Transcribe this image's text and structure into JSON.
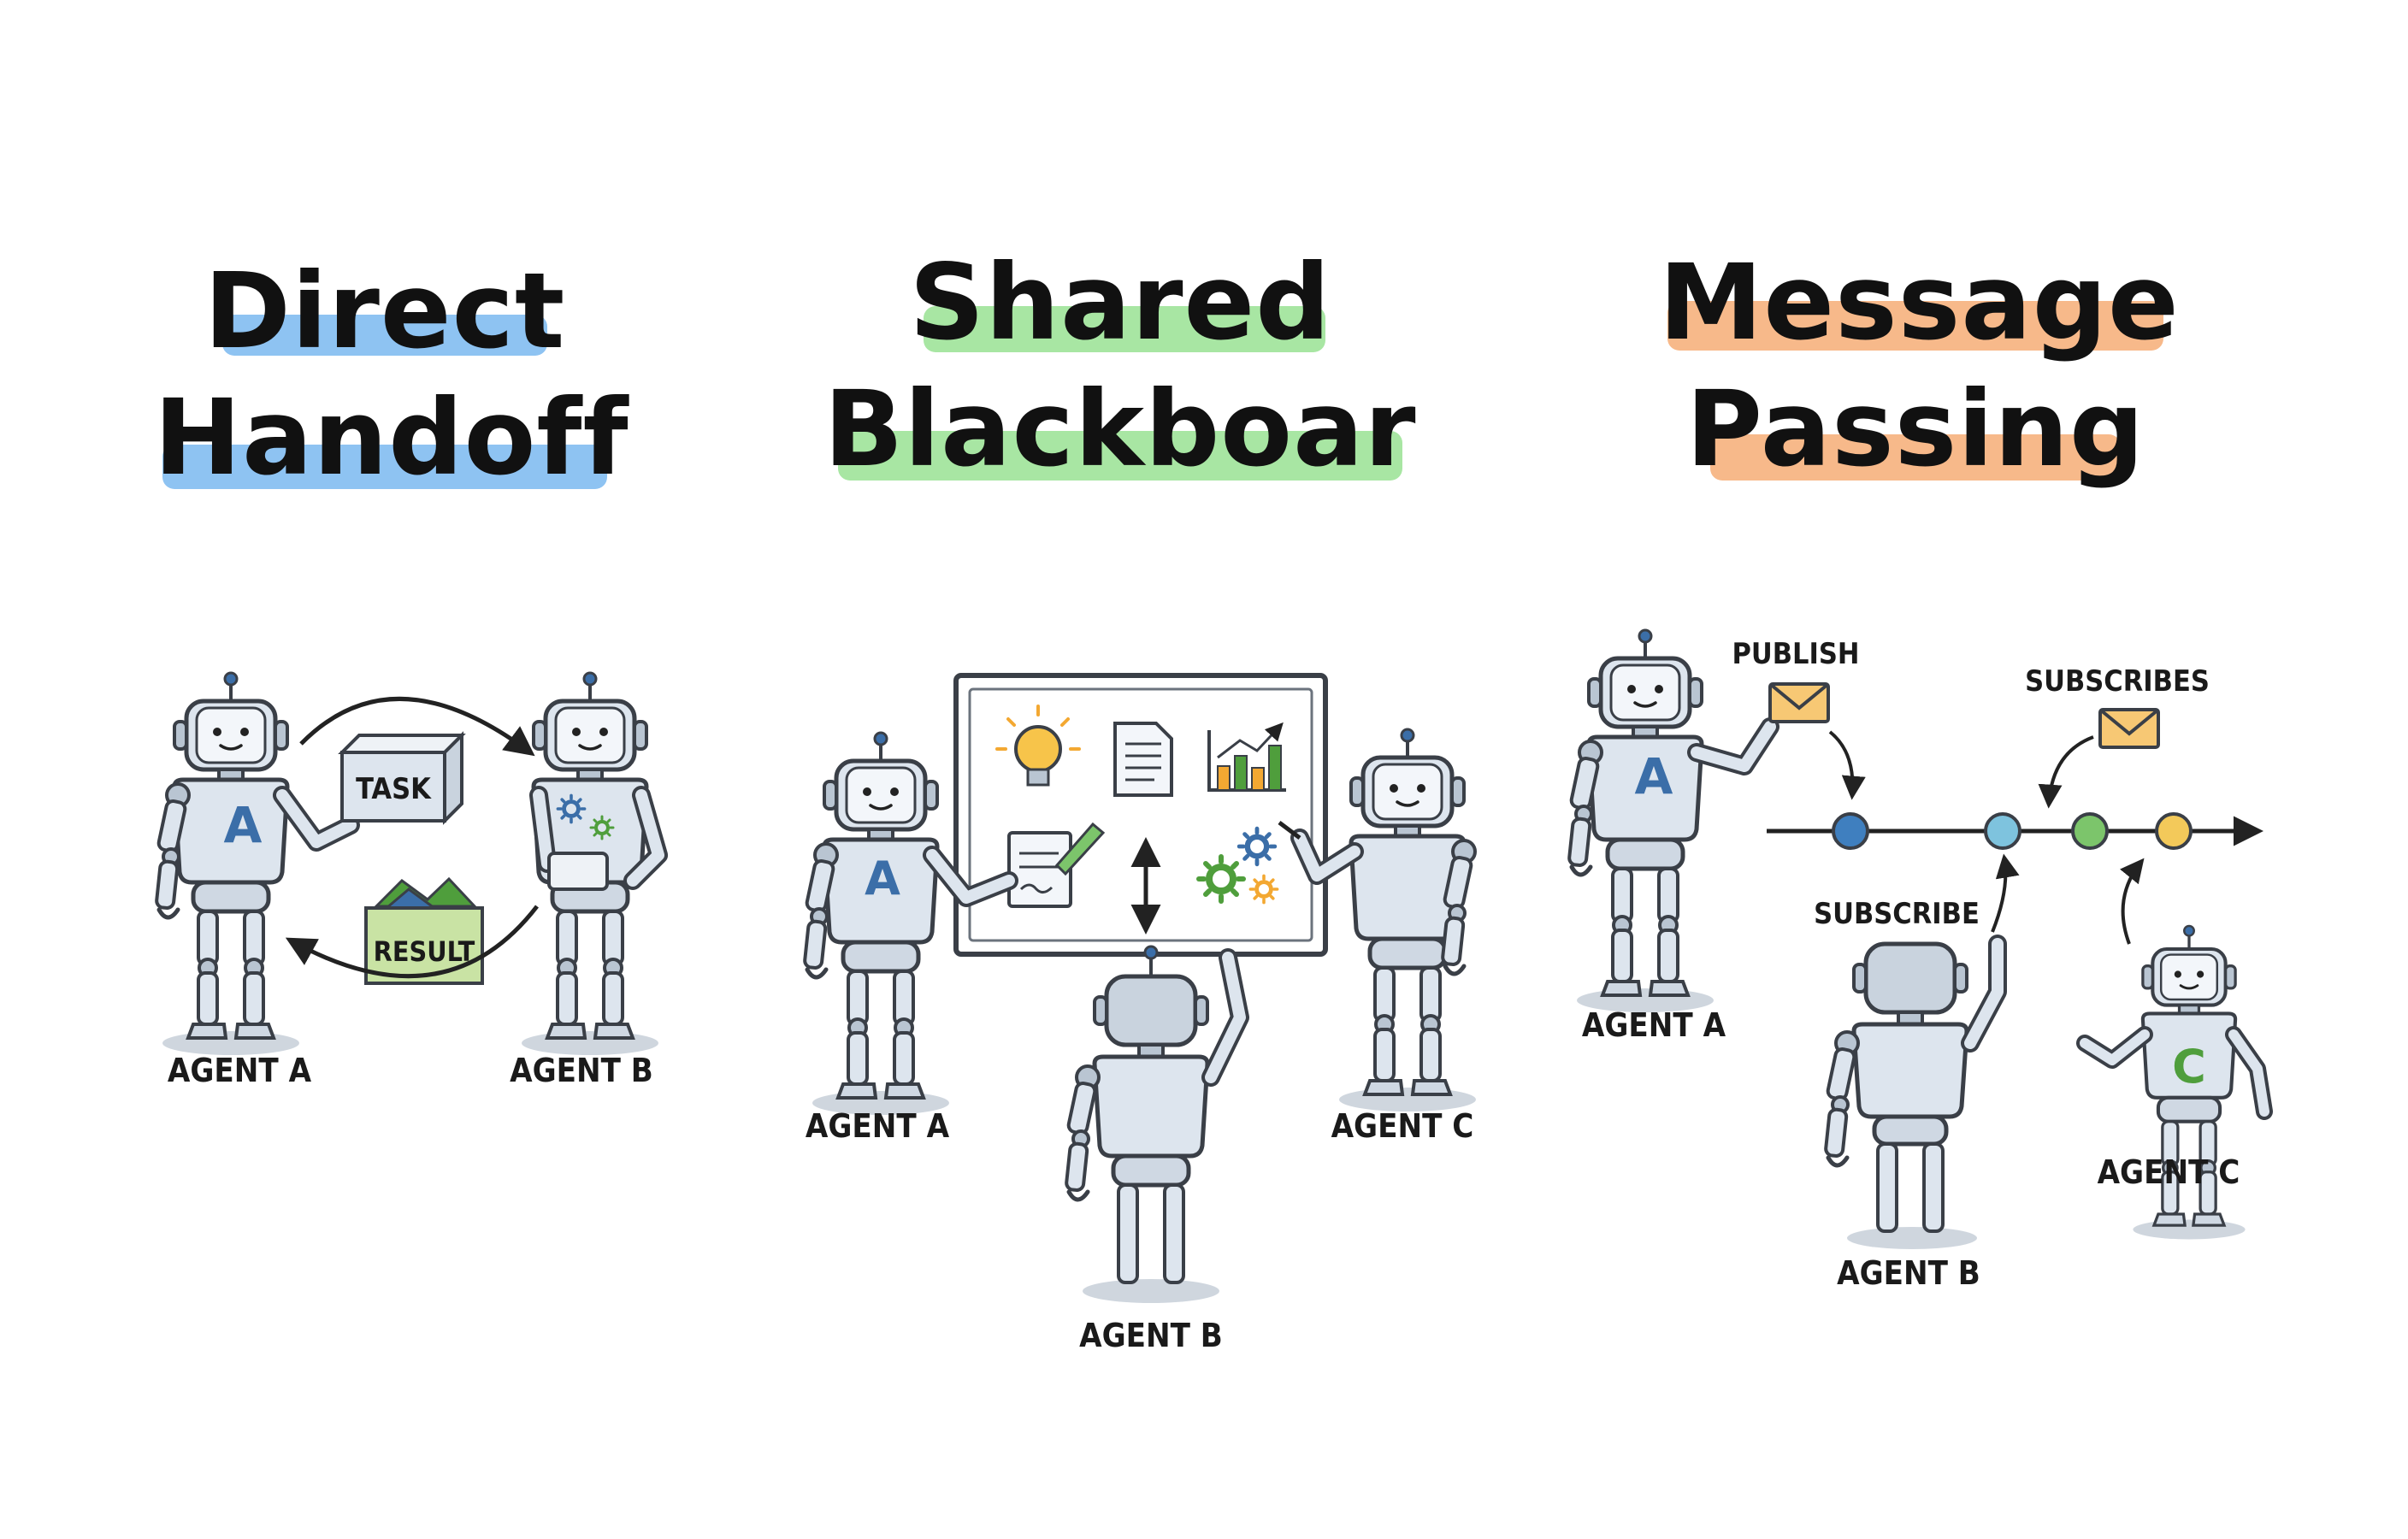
{
  "panels": [
    {
      "title_lines": [
        "Direct",
        "Handoff"
      ],
      "highlight": "#8ec3f2",
      "agent_labels": [
        "AGENT A",
        "AGENT B"
      ],
      "box_labels": [
        "TASK",
        "RESULT"
      ],
      "badge": "A"
    },
    {
      "title_lines": [
        "Shared",
        "Blackboar"
      ],
      "highlight": "#a8e6a3",
      "agent_labels": [
        "AGENT A",
        "AGENT B",
        "AGENT C"
      ],
      "badge": "A"
    },
    {
      "title_lines": [
        "Message",
        "Passing"
      ],
      "highlight": "#f7b98a",
      "agent_labels": [
        "AGENT A",
        "AGENT B",
        "AGENT C"
      ],
      "flow_labels": [
        "PUBLISH",
        "SUBSCRIBES",
        "SUBSCRIBE"
      ],
      "badges": [
        "A",
        "C"
      ]
    }
  ],
  "colors": {
    "robot_body": "#dde5ee",
    "robot_outline": "#3a3f47",
    "badge_blue": "#3b6ea8",
    "badge_green": "#4f9e3c",
    "node_colors": [
      "#3f7fbf",
      "#7ec3de",
      "#7cc56b",
      "#f3c95a"
    ]
  }
}
